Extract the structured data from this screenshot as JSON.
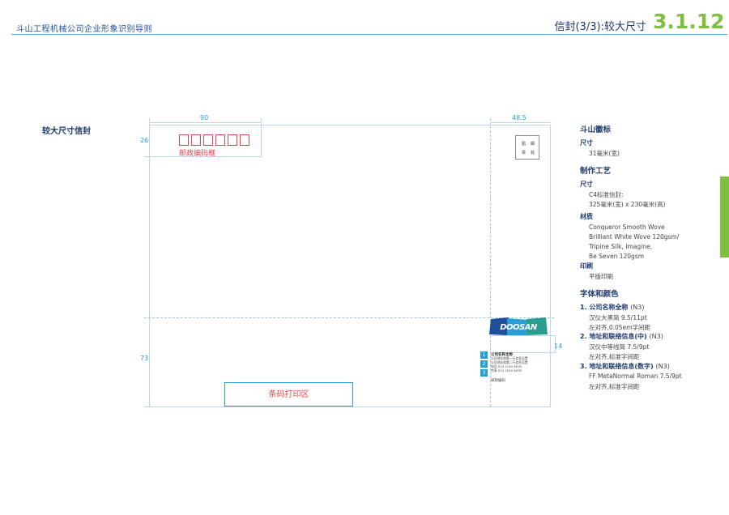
{
  "header": {
    "title": "斗山工程机械公司企业形象识别导则",
    "section_title": "信封(3/3):较大尺寸",
    "section_number": "3.1.12"
  },
  "variant_label": "较大尺寸信封",
  "dims": {
    "left_width": "90",
    "right_width": "48.5",
    "top_height": "26",
    "bottom_height": "73",
    "logo_offset": "14"
  },
  "envelope": {
    "zip_label": "邮政编码框",
    "zip_box_count": 6,
    "stamp_text": [
      "贴",
      "邮",
      "票",
      "处"
    ],
    "barcode_label": "条码打印区",
    "logo_text": "DOOSAN",
    "address_numbers": [
      "1",
      "2",
      "3"
    ],
    "company_name": "公司名称全称",
    "address_lines": [
      "公司地址和第一行信息设置",
      "公司地址和第二行信息设置",
      "电话  010 1234 5678",
      "传真  010 1234 5678"
    ],
    "postcode": "邮政编码"
  },
  "specs": {
    "logo_heading": "斗山徽标",
    "logo_size_label": "尺寸",
    "logo_size_value": "31毫米(宽)",
    "production_heading": "制作工艺",
    "size_label": "尺寸",
    "size_value_1": "C4标准信封:",
    "size_value_2": "325毫米(宽) x 230毫米(高)",
    "material_label": "材质",
    "material_1": "Conqueror Smooth Wove",
    "material_2": "Brilliant White Wove 120gsm/",
    "material_3": "Tripine Silk, Imagine,",
    "material_4": "Be Seven 120gsm",
    "printing_label": "印刷",
    "printing_value": "平版印刷",
    "font_heading": "字体和颜色",
    "item1_title": "1. 公司名称全称",
    "item1_color": "(N3)",
    "item1_font": "汉仪大黑简  9.5/11pt",
    "item1_align": "左对齐,0.05em字间距",
    "item2_title": "2. 地址和联络信息(中)",
    "item2_color": "(N3)",
    "item2_font": "汉仪中等线简  7.5/9pt",
    "item2_align": "左对齐,标准字间距",
    "item3_title": "3. 地址和联络信息(数字)",
    "item3_color": "(N3)",
    "item3_font": "FF MetaNormal Roman  7.5/9pt",
    "item3_align": "左对齐,标准字间距"
  },
  "colors": {
    "brand_green": "#7fbf3f",
    "navy": "#1f3a6e",
    "cyan": "#2a9fd6",
    "red": "#e0474c"
  }
}
